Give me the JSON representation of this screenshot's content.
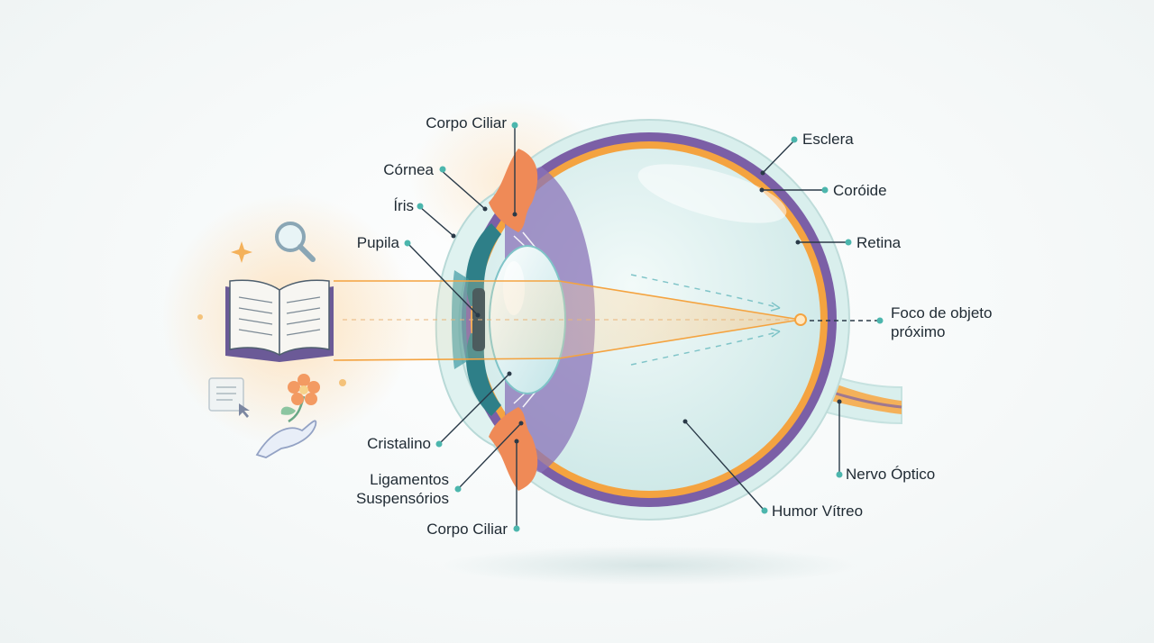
{
  "labels": {
    "corpo_ciliar_top": "Corpo Ciliar",
    "cornea": "Córnea",
    "iris": "Íris",
    "pupila": "Pupila",
    "cristalino": "Cristalino",
    "ligamentos_1": "Ligamentos",
    "ligamentos_2": "Suspensórios",
    "corpo_ciliar_bottom": "Corpo Ciliar",
    "esclera": "Esclera",
    "coroide": "Coróide",
    "retina": "Retina",
    "foco_1": "Foco de objeto",
    "foco_2": "próximo",
    "nervo_optico": "Nervo Óptico",
    "humor_vitreo": "Humor Vítreo"
  },
  "colors": {
    "sclera": "#d9efed",
    "choroid": "#7b5fa6",
    "retina": "#f4a340",
    "ciliary": "#ef8a57",
    "iris": "#2e7f88",
    "lens": "#cfeef0",
    "vitreous": "#e3f3f2",
    "leader": "#2a3a48",
    "dot": "#4cb6ad"
  },
  "icons": [
    "open-book-icon",
    "magnifier-icon",
    "sparkle-icon",
    "document-cursor-icon",
    "hand-flower-icon"
  ]
}
